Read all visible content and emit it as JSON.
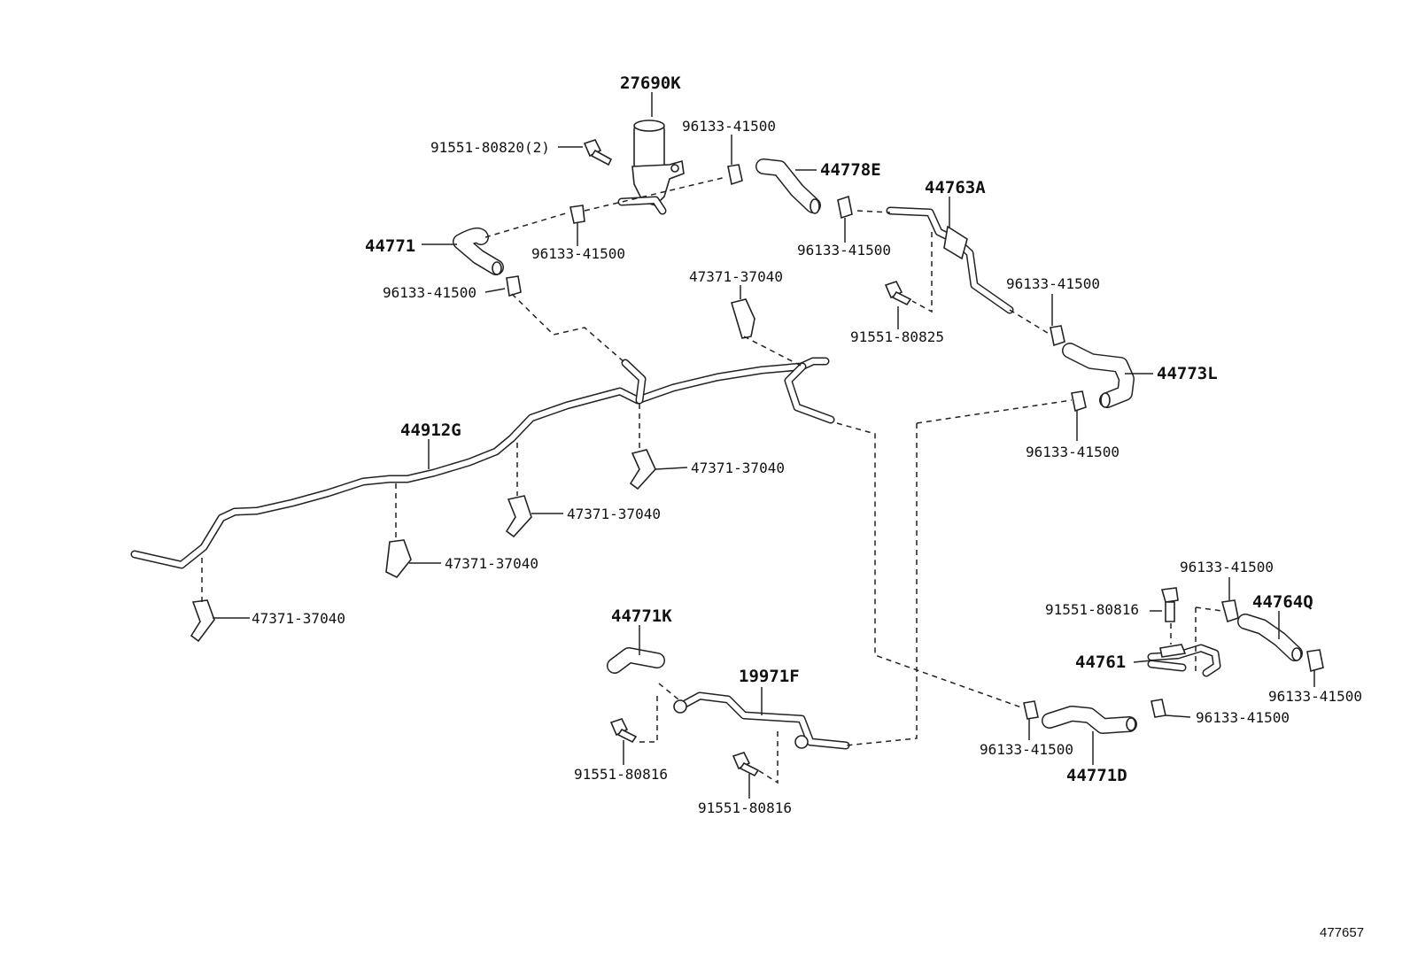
{
  "labels": {
    "l_27690K": "27690K",
    "l_44778E": "44778E",
    "l_44763A": "44763A",
    "l_44771": "44771",
    "l_44773L": "44773L",
    "l_44912G": "44912G",
    "l_44771K": "44771K",
    "l_19971F": "19971F",
    "l_44764Q": "44764Q",
    "l_44761": "44761",
    "l_44771D": "44771D",
    "b_91551_80820": "91551-80820(2)",
    "b_91551_80825": "91551-80825",
    "b_91551_80816_a": "91551-80816",
    "b_91551_80816_b": "91551-80816",
    "b_91551_80816_c": "91551-80816",
    "c_96133_top": "96133-41500",
    "c_96133_a": "96133-41500",
    "c_96133_b": "96133-41500",
    "c_96133_c": "96133-41500",
    "c_96133_d": "96133-41500",
    "c_96133_e": "96133-41500",
    "c_96133_f": "96133-41500",
    "c_96133_g": "96133-41500",
    "c_96133_h": "96133-41500",
    "c_96133_i": "96133-41500",
    "k_47371_top": "47371-37040",
    "k_47371_a": "47371-37040",
    "k_47371_b": "47371-37040",
    "k_47371_c": "47371-37040",
    "k_47371_d": "47371-37040",
    "diagram_id": "477657"
  }
}
